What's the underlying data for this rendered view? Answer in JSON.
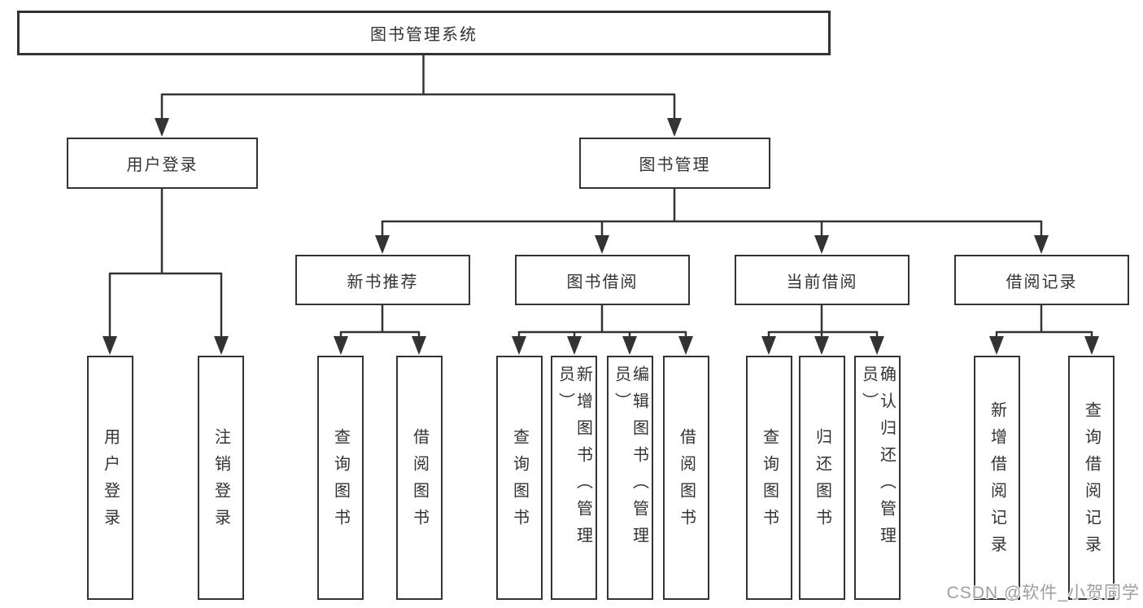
{
  "diagram_title": "图书管理系统",
  "nodes": {
    "root": "图书管理系统",
    "level2": [
      "用户登录",
      "图书管理"
    ],
    "level3": [
      "新书推荐",
      "图书借阅",
      "当前借阅",
      "借阅记录"
    ],
    "leaves": [
      "用户登录",
      "注销登录",
      "查询图书",
      "借阅图书",
      "查询图书",
      "新增图书（管理员）",
      "编辑图书（管理员）",
      "借阅图书",
      "查询图书",
      "归还图书",
      "确认归还（管理员）",
      "新增借阅记录",
      "查询借阅记录"
    ]
  },
  "watermark": "CSDN @软件_小贺同学",
  "colors": {
    "line": "#333333",
    "text": "#333333",
    "background": "#ffffff",
    "watermark_text": "#9e9e9e"
  }
}
